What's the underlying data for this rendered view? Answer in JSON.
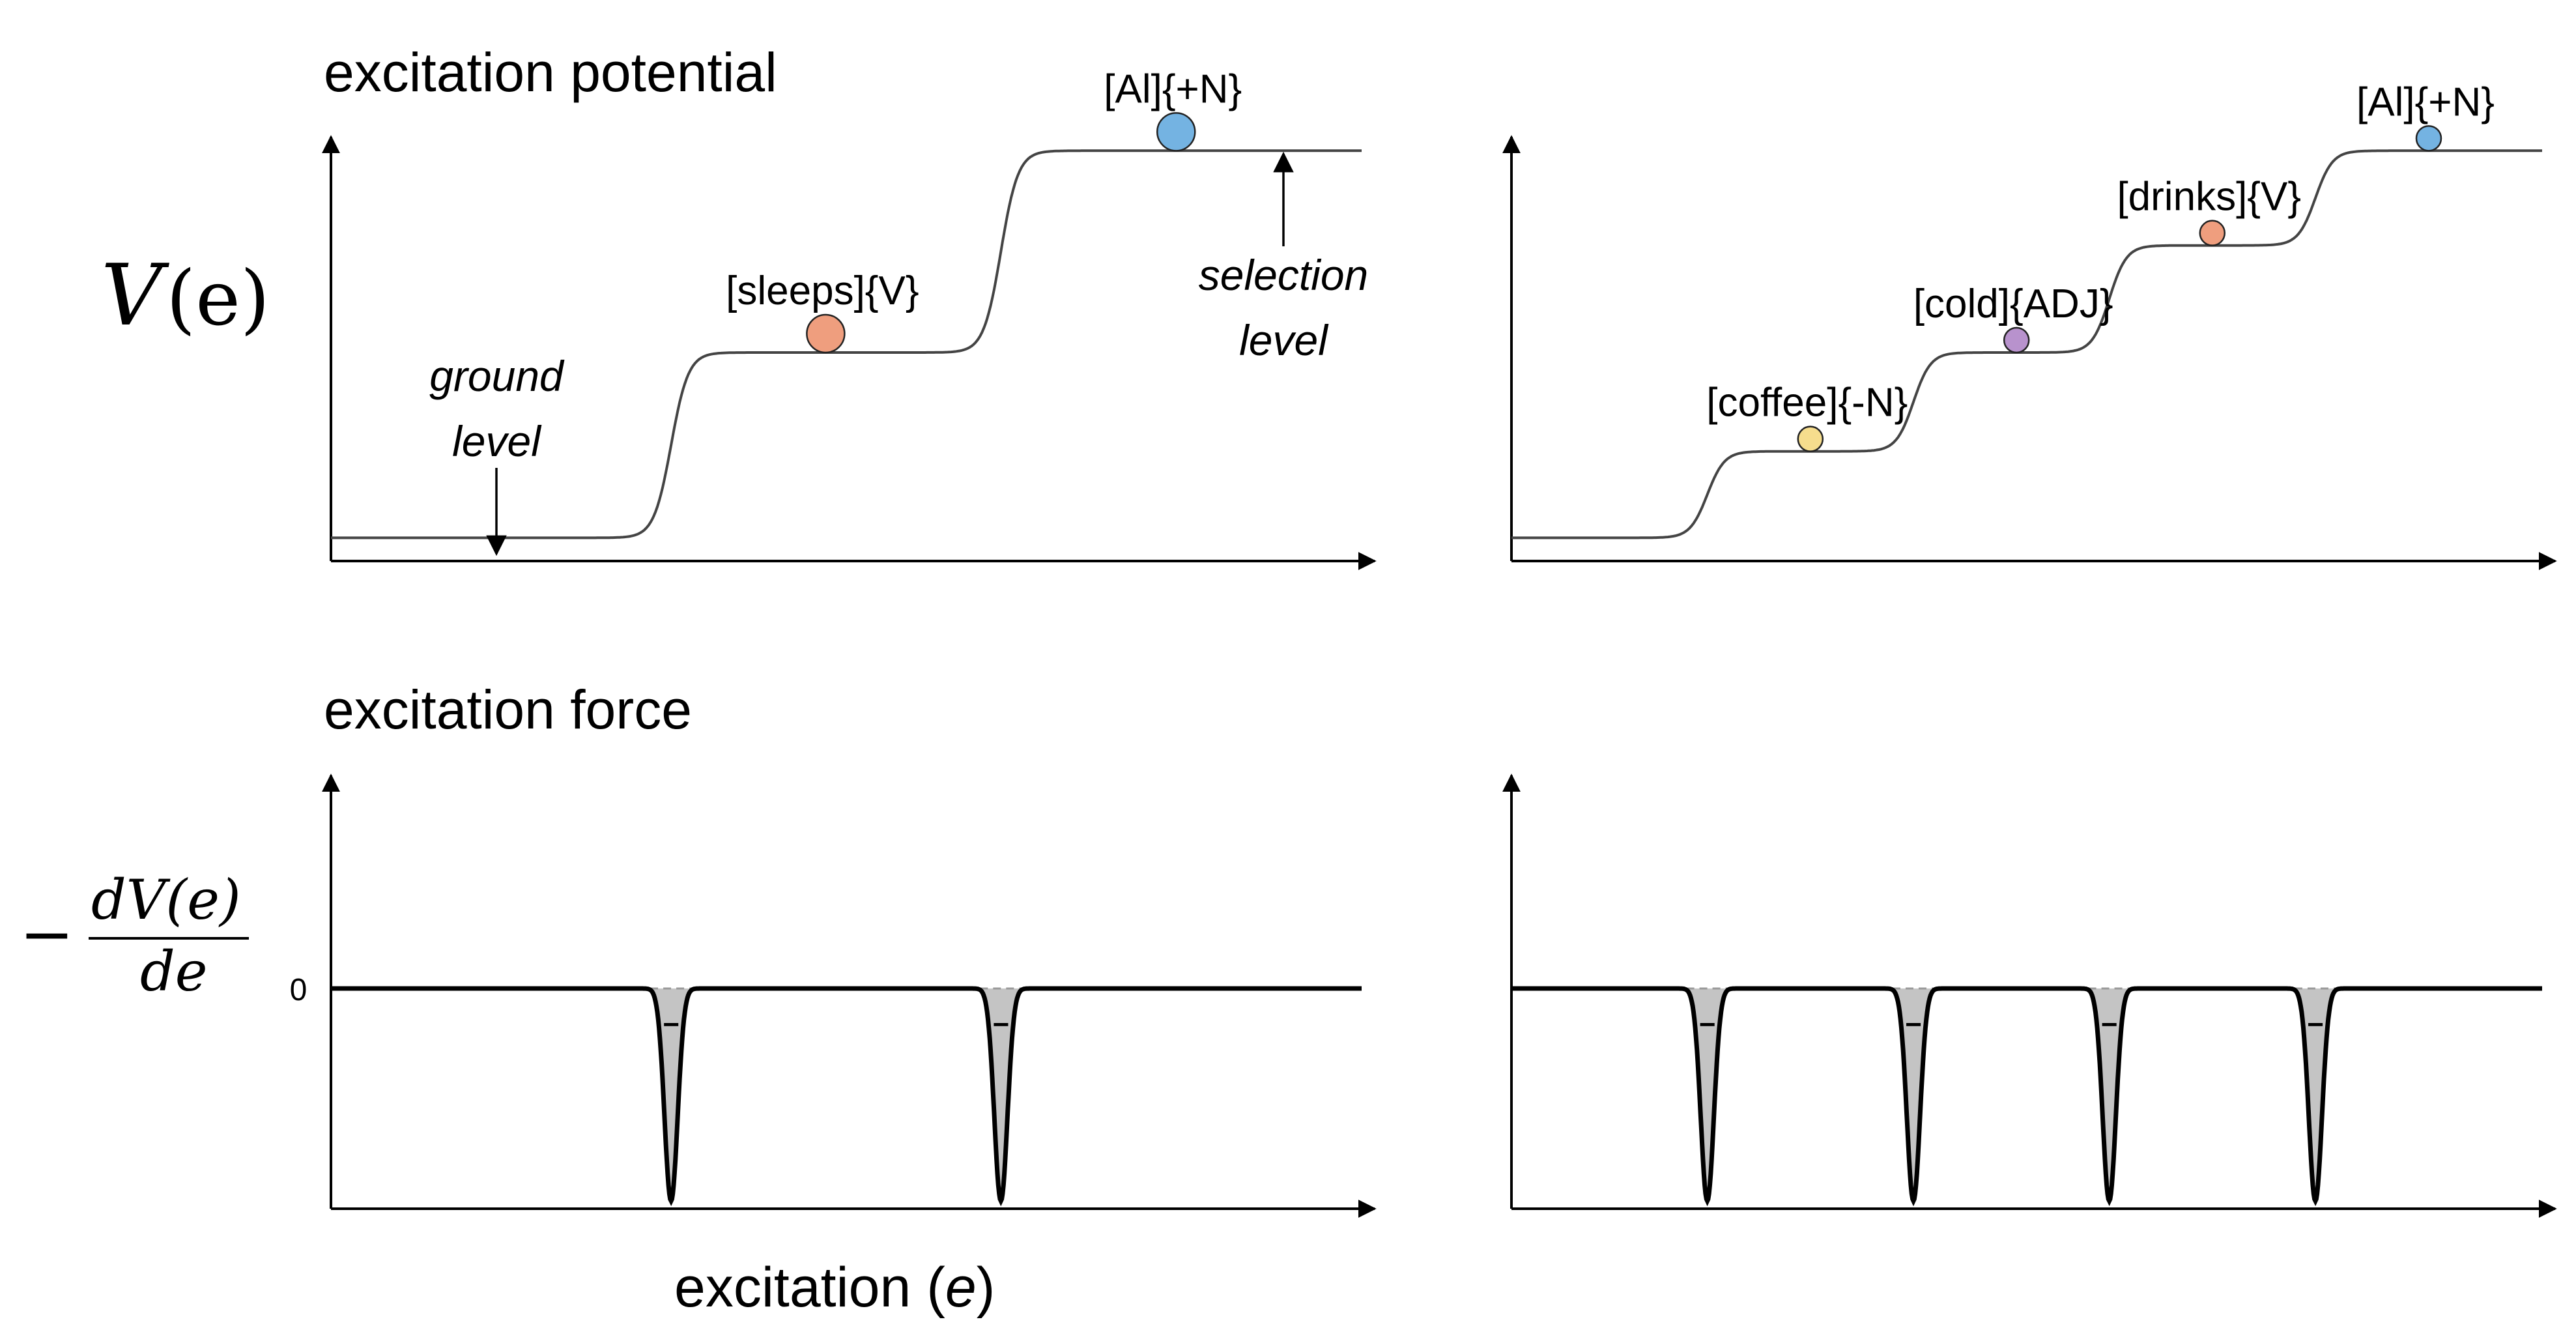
{
  "titles": {
    "potential": "excitation potential",
    "force": "excitation force"
  },
  "axes": {
    "potential_label_main": "V",
    "potential_label_arg": "(e)",
    "force_label_prefix": "−",
    "force_label_num": "dV(e)",
    "force_label_den": "de",
    "force_zero": "0",
    "x_label_prefix": "excitation (",
    "x_label_var": "e",
    "x_label_suffix": ")"
  },
  "annotations": {
    "ground_line1": "ground",
    "ground_line2": "level",
    "selection_line1": "selection",
    "selection_line2": "level"
  },
  "colors": {
    "orange": "#ef9e7e",
    "blue": "#74b3e2",
    "yellow": "#f6dd8d",
    "purple": "#b892cd"
  },
  "chart_data": [
    {
      "type": "line",
      "panel": "top-left",
      "steps": [
        0.05,
        0.5,
        0.99
      ],
      "transitions": [
        0.33,
        0.65
      ],
      "markers": [
        {
          "label": "[sleeps]{V}",
          "step": 1,
          "x": 0.48,
          "color": "orange"
        },
        {
          "label": "[Al]{+N}",
          "step": 2,
          "x": 0.82,
          "color": "blue"
        }
      ]
    },
    {
      "type": "line",
      "panel": "top-right",
      "steps": [
        0.05,
        0.26,
        0.5,
        0.76,
        0.99
      ],
      "transitions": [
        0.19,
        0.39,
        0.58,
        0.78
      ],
      "markers": [
        {
          "label": "[coffee]{-N}",
          "step": 1,
          "x": 0.29,
          "color": "yellow"
        },
        {
          "label": "[cold]{ADJ}",
          "step": 2,
          "x": 0.49,
          "color": "purple"
        },
        {
          "label": "[drinks]{V}",
          "step": 3,
          "x": 0.68,
          "color": "orange"
        },
        {
          "label": "[Al]{+N}",
          "step": 4,
          "x": 0.89,
          "color": "blue"
        }
      ]
    },
    {
      "type": "area",
      "panel": "bottom-left",
      "wells": [
        0.33,
        0.65
      ],
      "well_label": "−"
    },
    {
      "type": "area",
      "panel": "bottom-right",
      "wells": [
        0.19,
        0.39,
        0.58,
        0.78
      ],
      "well_label": "−"
    }
  ]
}
